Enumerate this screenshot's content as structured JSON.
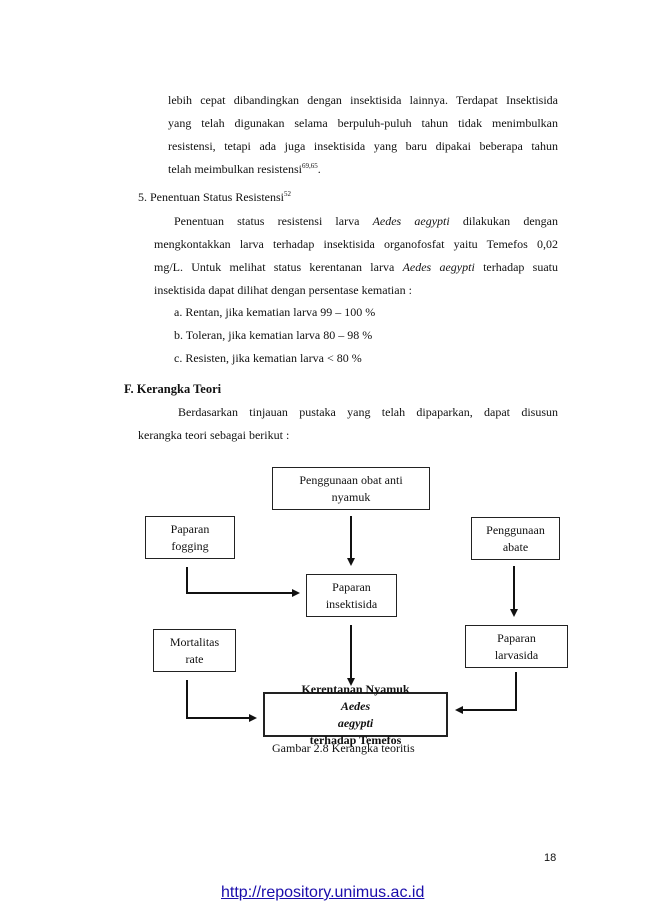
{
  "continuation": {
    "line1": "lebih cepat dibandingkan dengan insektisida lainnya. Terdapat Insektisida",
    "line2": "yang telah digunakan selama berpuluh-puluh tahun tidak menimbulkan",
    "line3": "resistensi, tetapi ada juga insektisida yang baru dipakai beberapa tahun",
    "line4": "telah meimbulkan resistensi",
    "line4_sup": "69,65",
    "line4_end": "."
  },
  "section5": {
    "title": "5. Penentuan Status Resistensi",
    "title_sup": "52",
    "p_line1_a": "Penentuan status resistensi larva ",
    "p_line1_i": "Aedes aegypti",
    "p_line1_b": " dilakukan dengan",
    "p_line2": "mengkontakkan larva terhadap insektisida organofosfat yaitu Temefos 0,02",
    "p_line3_a": "mg/L. Untuk melihat status kerentanan larva ",
    "p_line3_i": "Aedes aegypti",
    "p_line3_b": " terhadap suatu",
    "p_line4": "insektisida dapat dilihat dengan persentase kematian :",
    "items": [
      "a. Rentan, jika kematian larva 99 – 100 %",
      "b. Toleran, jika kematian larva 80 – 98 %",
      "c. Resisten, jika kematian larva < 80 %"
    ]
  },
  "sectionF": {
    "title": "F. Kerangka Teori",
    "line1": "Berdasarkan tinjauan pustaka yang telah dipaparkan, dapat disusun",
    "line2": "kerangka teori sebagai berikut :"
  },
  "diagram": {
    "obat_l1": "Penggunaan obat anti",
    "obat_l2": "nyamuk",
    "fogging_l1": "Paparan",
    "fogging_l2": "fogging",
    "abate_l1": "Penggunaan",
    "abate_l2": "abate",
    "insektisida_l1": "Paparan",
    "insektisida_l2": "insektisida",
    "mortalitas_l1": "Mortalitas",
    "mortalitas_l2": "rate",
    "larvasida_l1": "Paparan",
    "larvasida_l2": "larvasida",
    "outcome_a": "Kerentanan Nyamuk ",
    "outcome_i": "Aedes",
    "outcome_i2": "aegypti",
    "outcome_b": " terhadap Temefos",
    "caption": "Gambar 2.8 Kerangka teoritis"
  },
  "page_number": "18",
  "footer_link": "http://repository.unimus.ac.id"
}
